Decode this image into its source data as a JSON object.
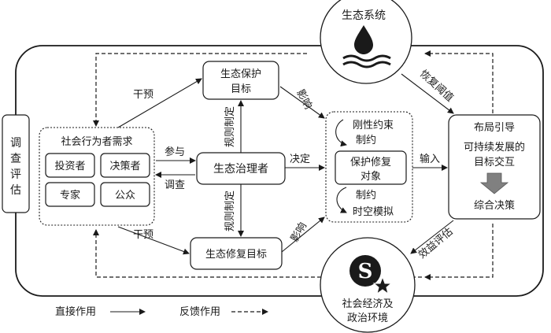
{
  "diagram": {
    "ecosystem": {
      "label": "生态系统",
      "icon": "water-drop-icon"
    },
    "socio_env": {
      "label_line1": "社会经济及",
      "label_line2": "政治环境",
      "icon": "s-star-icon"
    },
    "survey_eval": {
      "chars": [
        "调",
        "查",
        "评",
        "估"
      ]
    },
    "actors": {
      "title": "社会行为者需求",
      "items": [
        "投资者",
        "决策者",
        "专家",
        "公众"
      ]
    },
    "eco_protect": {
      "line1": "生态保护",
      "line2": "目标"
    },
    "governor": {
      "label": "生态治理者"
    },
    "eco_restore": {
      "label": "生态修复目标"
    },
    "core": {
      "constraint_line1": "刚性约束",
      "constraint_line2": "制约",
      "target_line1": "保护修复",
      "target_line2": "对象",
      "constraint_bottom": "制约",
      "simulation": "时空模拟"
    },
    "layout_guide": {
      "title": "布局引导",
      "line1": "可持续发展的",
      "line2": "目标交互",
      "decision": "综合决策"
    },
    "edges": {
      "intervene_top": "干预",
      "intervene_bottom": "干预",
      "participate": "参与",
      "survey": "调查",
      "rule_top": "规则制定",
      "rule_bottom": "规则制定",
      "influence_top": "影响",
      "influence_bottom": "影响",
      "decide": "决定",
      "input": "输入",
      "restore_threshold": "恢复阈值",
      "benefit_eval": "效益评估"
    },
    "legend": {
      "direct": "直接作用",
      "feedback": "反馈作用"
    }
  }
}
